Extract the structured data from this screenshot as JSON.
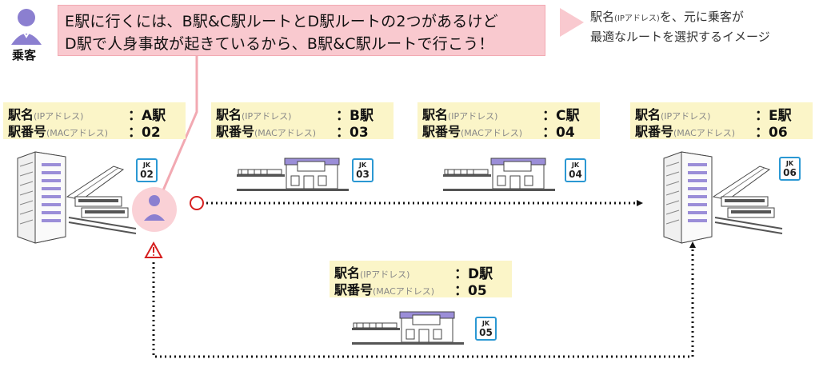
{
  "passenger": {
    "label": "乗客",
    "icon": "person-icon"
  },
  "speech_bubble": {
    "line1": "E駅に行くには、B駅&C駅ルートとD駅ルートの2つがあるけど",
    "line2": "D駅で人身事故が起きているから、B駅&C駅ルートで行こう！"
  },
  "note": {
    "line1_pre": "駅名",
    "line1_small": "(IPアドレス)",
    "line1_post": "を、元に乗客が",
    "line2": "最適なルートを選択するイメージ"
  },
  "stations": [
    {
      "name_label": "駅名",
      "name_sub": "(IPアドレス)",
      "name_value": "：A駅",
      "num_label": "駅番号",
      "num_sub": "(MACアドレス)",
      "num_value": "：02",
      "jk_code": "JK",
      "jk_num": "02"
    },
    {
      "name_label": "駅名",
      "name_sub": "(IPアドレス)",
      "name_value": "：B駅",
      "num_label": "駅番号",
      "num_sub": "(MACアドレス)",
      "num_value": "：03",
      "jk_code": "JK",
      "jk_num": "03"
    },
    {
      "name_label": "駅名",
      "name_sub": "(IPアドレス)",
      "name_value": "：C駅",
      "num_label": "駅番号",
      "num_sub": "(MACアドレス)",
      "num_value": "：04",
      "jk_code": "JK",
      "jk_num": "04"
    },
    {
      "name_label": "駅名",
      "name_sub": "(IPアドレス)",
      "name_value": "：E駅",
      "num_label": "駅番号",
      "num_sub": "(MACアドレス)",
      "num_value": "：06",
      "jk_code": "JK",
      "jk_num": "06"
    },
    {
      "name_label": "駅名",
      "name_sub": "(IPアドレス)",
      "name_value": "：D駅",
      "num_label": "駅番号",
      "num_sub": "(MACアドレス)",
      "num_value": "：05",
      "jk_code": "JK",
      "jk_num": "05"
    }
  ],
  "colors": {
    "bubble": "#f9c9cf",
    "info_box": "#fbf5c8",
    "jk_border": "#2b98d3",
    "station_roof": "#9b8ed8",
    "passenger": "#8b7fd0",
    "ok_marker": "#d61f1f",
    "warn_marker": "#d61f1f"
  }
}
